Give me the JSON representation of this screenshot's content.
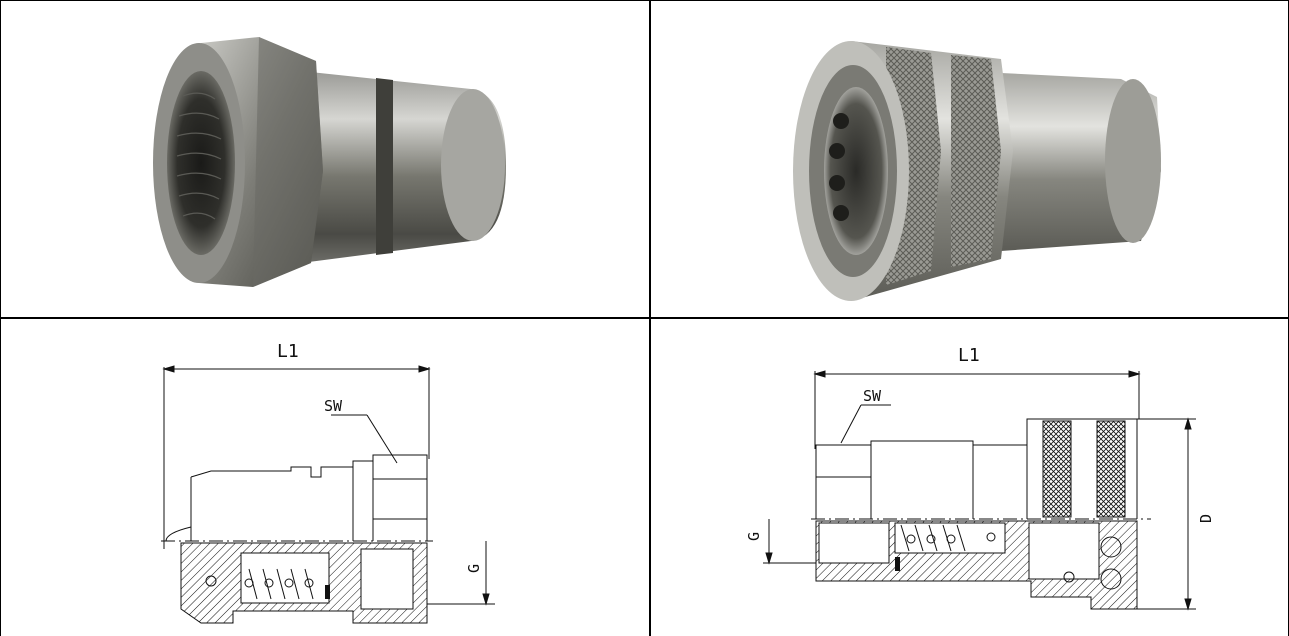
{
  "table": {
    "cells": [
      {
        "id": "photo-plug",
        "kind": "photo",
        "subject": "male plug coupling, stainless steel, hex end with female thread"
      },
      {
        "id": "photo-socket",
        "kind": "photo",
        "subject": "female socket coupling, stainless steel, knurled sleeve with locking balls"
      },
      {
        "id": "drawing-plug",
        "kind": "drawing",
        "labels": {
          "length": "L1",
          "wrench": "SW",
          "thread": "G"
        }
      },
      {
        "id": "drawing-socket",
        "kind": "drawing",
        "labels": {
          "length": "L1",
          "wrench": "SW",
          "thread": "G",
          "diameter": "D"
        }
      }
    ]
  },
  "colors": {
    "grid_line": "#000000",
    "metal_dark": "#4a4a48",
    "metal_mid": "#8c8c88",
    "metal_light": "#d9d9d5",
    "line": "#111111"
  }
}
